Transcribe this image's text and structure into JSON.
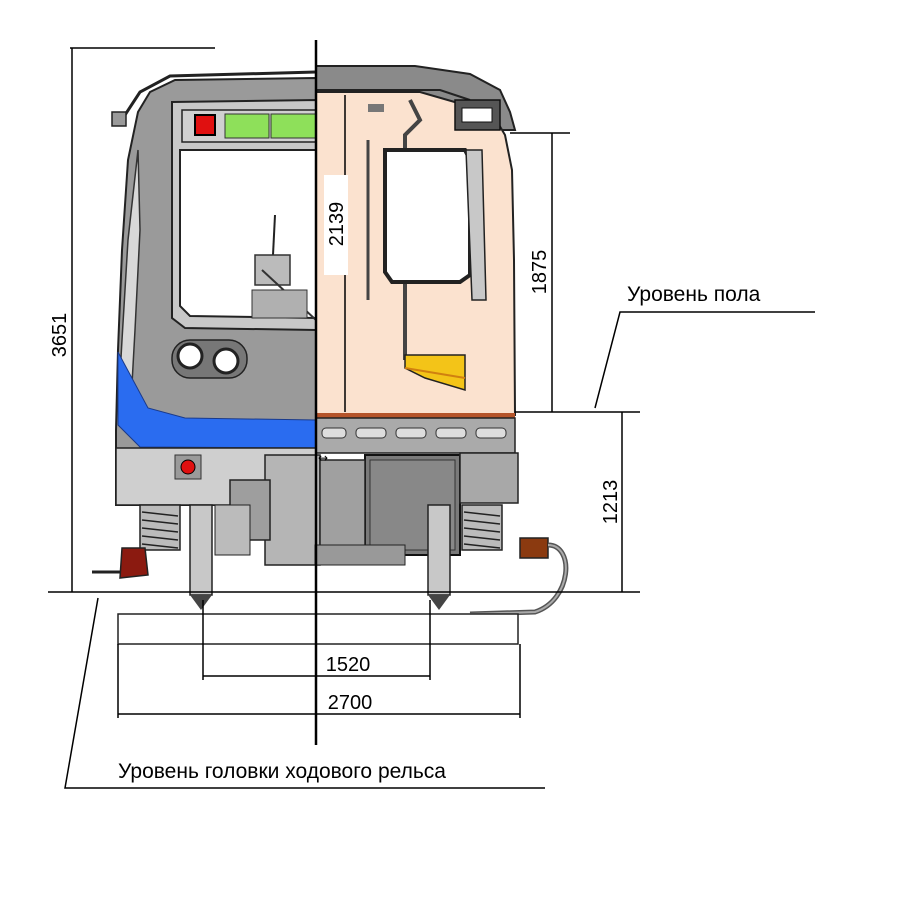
{
  "dimensions": {
    "overall_height": "3651",
    "door_height": "2139",
    "window_height": "1875",
    "floor_height": "1213",
    "track_gauge": "1520",
    "car_width": "2700"
  },
  "labels": {
    "floor_level": "Уровень пола",
    "rail_head_level": "Уровень головки ходового рельса"
  },
  "colors": {
    "body_gray": "#9a9a9a",
    "light_gray": "#c8c8c8",
    "stripe_blue": "#2a6cf0",
    "interior_peach": "#fbe2cf",
    "display_green": "#8ee05a",
    "signal_red": "#e01010",
    "coupler_brown": "#8b1a10",
    "seat_yellow": "#f3c418",
    "floor_brown": "#b5542a"
  },
  "icons": {
    "arrow": "left-right-arrow"
  }
}
